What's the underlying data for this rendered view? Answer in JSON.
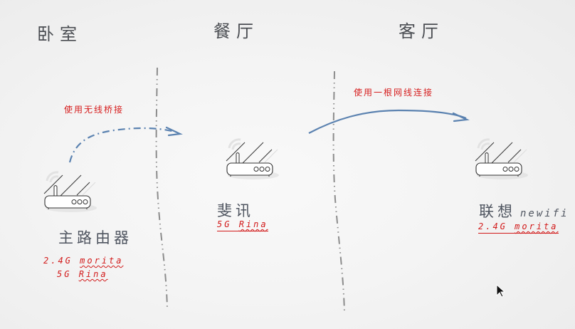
{
  "rooms": [
    {
      "title": "卧室"
    },
    {
      "title": "餐厅"
    },
    {
      "title": "客厅"
    }
  ],
  "devices": [
    {
      "name": "主路由器",
      "name_suffix": "",
      "ssids": [
        {
          "band": "2.4G",
          "name": "morita"
        },
        {
          "band": "5G",
          "name": "Rina"
        }
      ]
    },
    {
      "name": "斐讯",
      "name_suffix": "",
      "ssids": [
        {
          "band": "5G",
          "name": "Rina"
        }
      ]
    },
    {
      "name": "联想",
      "name_suffix": "newifi",
      "ssids": [
        {
          "band": "2.4G",
          "name": "morita"
        }
      ]
    }
  ],
  "connections": [
    {
      "label": "使用无线桥接",
      "style": "dash-dot",
      "from": "主路由器",
      "to": "斐讯"
    },
    {
      "label": "使用一根网线连接",
      "style": "solid",
      "from": "斐讯",
      "to": "联想 newifi"
    }
  ],
  "colors": {
    "arrow": "#5b82b0",
    "annotation": "#d61e1e",
    "divider": "#8a8a8a",
    "title": "#4a4d52"
  },
  "icons": {
    "router": "router-icon",
    "cursor": "mouse-pointer-icon"
  }
}
